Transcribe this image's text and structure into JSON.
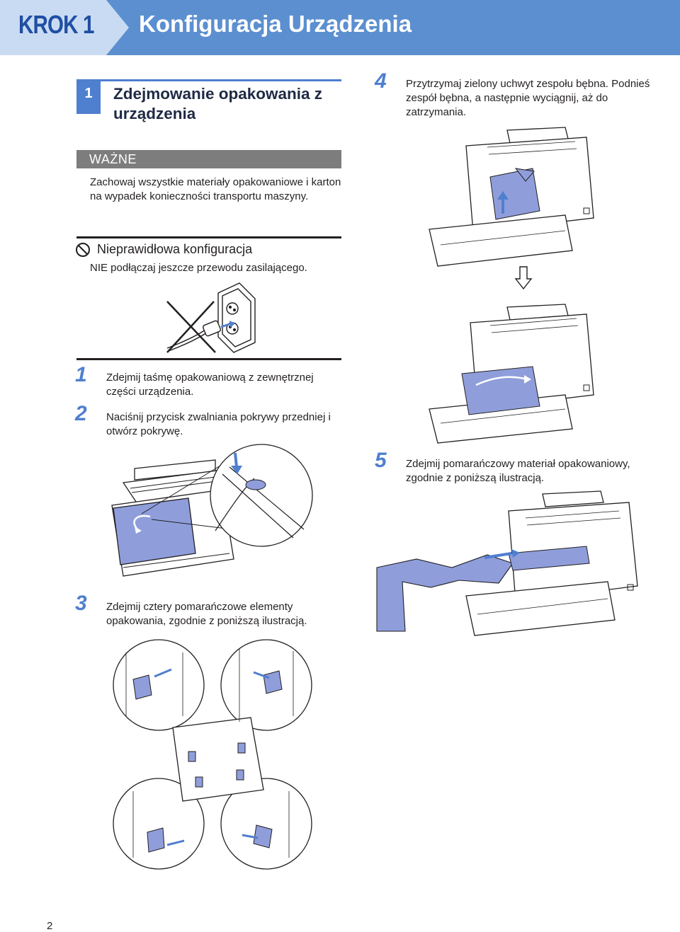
{
  "header": {
    "step_label": "KROK 1",
    "title": "Konfiguracja Urządzenia"
  },
  "section": {
    "number": "1",
    "title": "Zdejmowanie opakowania z urządzenia"
  },
  "important": {
    "label": "WAŻNE",
    "text": "Zachowaj wszystkie materiały opakowaniowe i karton na wypadek konieczności transportu maszyny."
  },
  "improper_setup": {
    "title": "Nieprawidłowa konfiguracja",
    "text": "NIE podłączaj jeszcze przewodu zasilającego."
  },
  "steps": [
    {
      "number": "1",
      "text": "Zdejmij taśmę opakowaniową z zewnętrznej części urządzenia."
    },
    {
      "number": "2",
      "text": "Naciśnij przycisk zwalniania pokrywy przedniej i otwórz pokrywę."
    },
    {
      "number": "3",
      "text": "Zdejmij cztery pomarańczowe elementy opakowania, zgodnie z poniższą ilustracją."
    },
    {
      "number": "4",
      "text": "Przytrzymaj zielony uchwyt zespołu bębna. Podnieś zespół bębna, a następnie wyciągnij, aż do zatrzymania."
    },
    {
      "number": "5",
      "text": "Zdejmij pomarańczowy materiał opakowaniowy, zgodnie z poniższą ilustracją."
    }
  ],
  "page_number": "2",
  "colors": {
    "header_blue": "#5b8fd0",
    "accent_blue": "#4f7fcf",
    "highlight_fill": "#8f9edb",
    "gray_bar": "#7d7d7d"
  }
}
